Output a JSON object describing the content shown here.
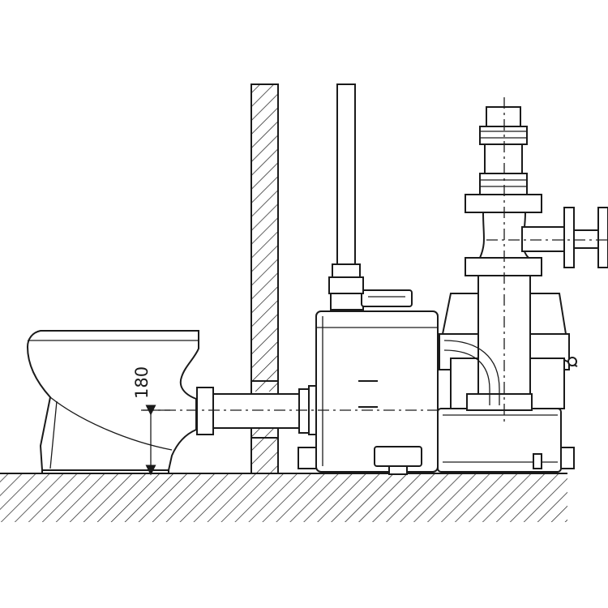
{
  "diagram": {
    "dimension_label": "180",
    "colors": {
      "line": "#1a1a1a",
      "background": "#ffffff"
    },
    "parts": [
      "floor",
      "wall",
      "toilet",
      "inlet-pipe",
      "lifting-station-tank",
      "vent-pipe",
      "discharge-pipe",
      "gate-valve",
      "pump-motor"
    ]
  }
}
